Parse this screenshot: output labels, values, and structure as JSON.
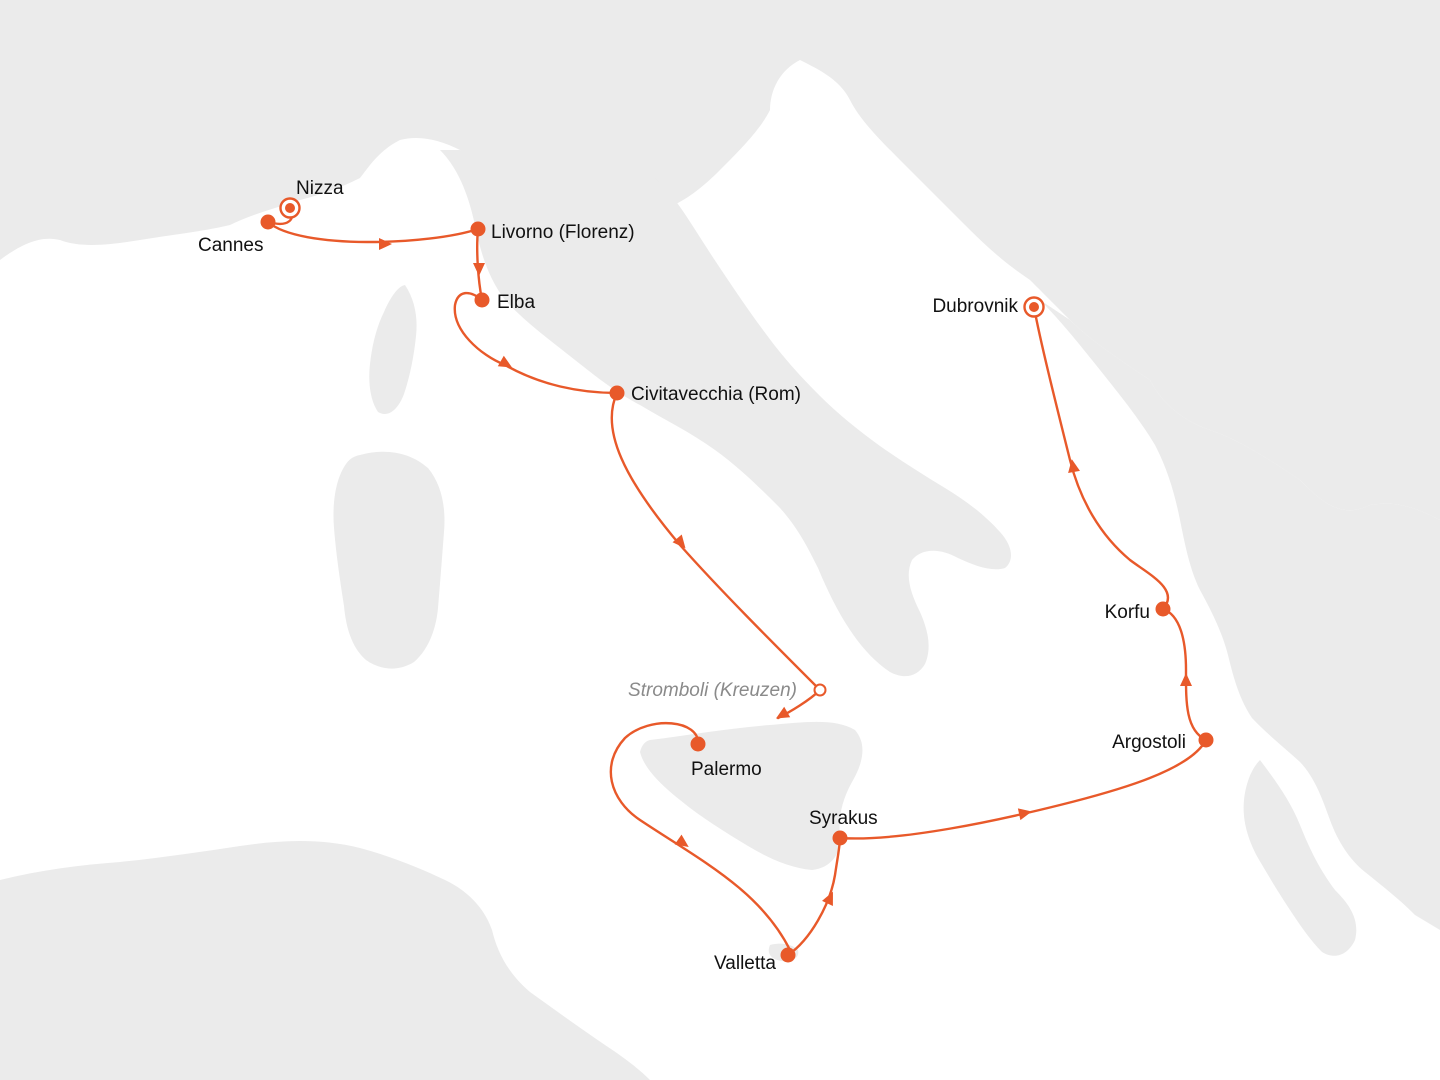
{
  "route_color": "#e8592a",
  "land_color": "#ebebeb",
  "sea_color": "#ffffff",
  "ports": [
    {
      "id": "nizza",
      "label": "Nizza",
      "type": "endpoint"
    },
    {
      "id": "cannes",
      "label": "Cannes",
      "type": "port"
    },
    {
      "id": "livorno",
      "label": "Livorno (Florenz)",
      "type": "port"
    },
    {
      "id": "elba",
      "label": "Elba",
      "type": "port"
    },
    {
      "id": "civitavecchia",
      "label": "Civitavecchia (Rom)",
      "type": "port"
    },
    {
      "id": "stromboli",
      "label": "Stromboli (Kreuzen)",
      "type": "cruise"
    },
    {
      "id": "palermo",
      "label": "Palermo",
      "type": "port"
    },
    {
      "id": "valletta",
      "label": "Valletta",
      "type": "port"
    },
    {
      "id": "syrakus",
      "label": "Syrakus",
      "type": "port"
    },
    {
      "id": "argostoli",
      "label": "Argostoli",
      "type": "port"
    },
    {
      "id": "korfu",
      "label": "Korfu",
      "type": "port"
    },
    {
      "id": "dubrovnik",
      "label": "Dubrovnik",
      "type": "endpoint"
    }
  ],
  "route_order": [
    "nizza",
    "cannes",
    "livorno",
    "elba",
    "civitavecchia",
    "stromboli",
    "palermo",
    "valletta",
    "syrakus",
    "argostoli",
    "korfu",
    "dubrovnik"
  ]
}
